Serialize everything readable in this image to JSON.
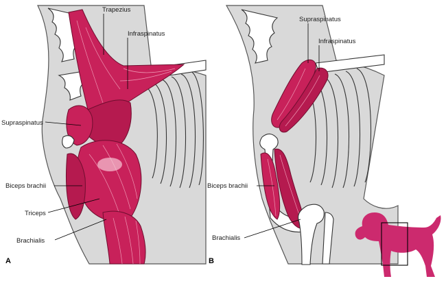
{
  "panels": {
    "a": {
      "letter": "A",
      "labels": {
        "trapezius": "Trapezius",
        "infraspinatus": "Infraspinatus",
        "supraspinatus": "Supraspinatus",
        "biceps": "Biceps brachii",
        "triceps": "Triceps",
        "brachialis": "Brachialis"
      }
    },
    "b": {
      "letter": "B",
      "labels": {
        "supraspinatus": "Supraspinatus",
        "infraspinatus": "Infraspinatus",
        "biceps": "Biceps brachii",
        "brachialis": "Brachialis"
      }
    }
  },
  "colors": {
    "muscle": "#c8215a",
    "muscle_dark": "#6e0d2e",
    "body_shade": "#d9d9d9",
    "dog_icon": "#cc2a6e"
  },
  "icons": {
    "locator": "dog-silhouette-icon"
  }
}
